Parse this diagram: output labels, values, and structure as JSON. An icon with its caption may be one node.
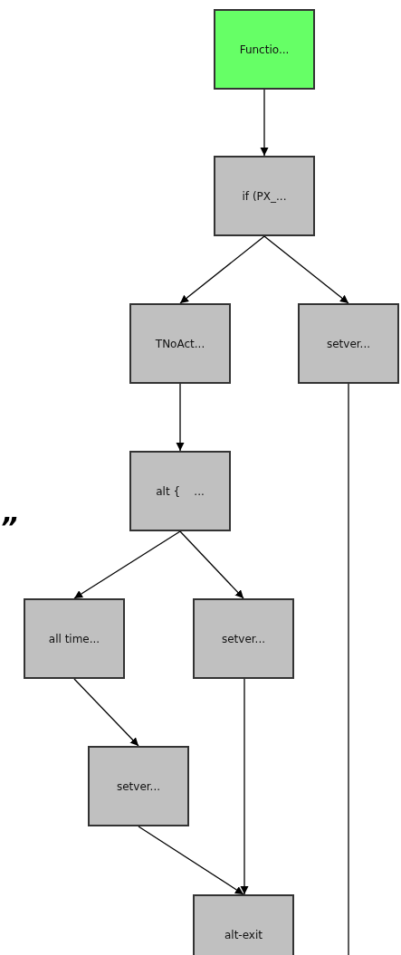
{
  "diagram": {
    "nodes": [
      {
        "text": [
          "Functio..."
        ]
      },
      {
        "text": [
          "if (PX_..."
        ]
      },
      {
        "text": [
          "TNoAct..."
        ]
      },
      {
        "text": [
          "setver..."
        ]
      },
      {
        "text": [
          "alt {    ..."
        ]
      },
      {
        "text": [
          "all time..."
        ]
      },
      {
        "text": [
          "setver..."
        ]
      },
      {
        "text": [
          "setver..."
        ]
      },
      {
        "text": [
          "alt-exit"
        ]
      }
    ],
    "edges": [
      {
        "from": 0,
        "to": 1,
        "arrow": "to"
      },
      {
        "from": 1,
        "to": 2,
        "arrow": "to"
      },
      {
        "from": 1,
        "to": 3,
        "arrow": "to"
      },
      {
        "from": 2,
        "to": 4,
        "arrow": "to"
      },
      {
        "from": 4,
        "to": 5,
        "arrow": "to"
      },
      {
        "from": 4,
        "to": 6,
        "arrow": "to"
      },
      {
        "from": 5,
        "to": 7,
        "arrow": "to"
      },
      {
        "from": 7,
        "to": 8,
        "arrow": "to"
      },
      {
        "from": 6,
        "to": 8,
        "arrow": "to"
      },
      {
        "from": 3,
        "to": null,
        "arrow": "none"
      }
    ],
    "labels": [
      "”"
    ]
  }
}
